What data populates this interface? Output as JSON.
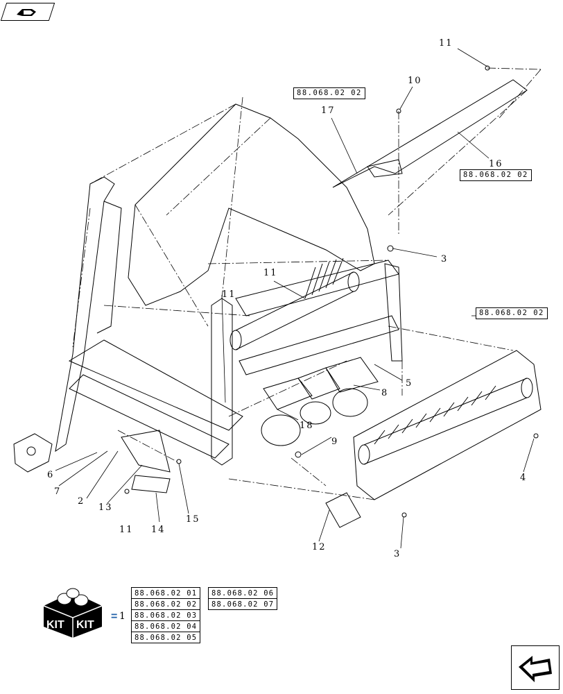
{
  "callouts": {
    "c1": "11",
    "c2": "10",
    "c3": "17",
    "c4": "16",
    "c5": "3",
    "c6": "11",
    "c7": "11",
    "c8": "5",
    "c9": "8",
    "c10": "18",
    "c11": "9",
    "c12": "4",
    "c13": "6",
    "c14": "7",
    "c15": "2",
    "c16": "13",
    "c17": "11",
    "c18": "14",
    "c19": "15",
    "c20": "12",
    "c21": "3"
  },
  "refs": {
    "top": "88.068.02 02",
    "right_upper": "88.068.02 02",
    "right_mid": "88.068.02 02"
  },
  "kit": {
    "label_left": "KIT",
    "label_right": "KIT",
    "equals": "=",
    "quantity": "1",
    "list_a": [
      "88.068.02 01",
      "88.068.02 02",
      "88.068.02 03",
      "88.068.02 04",
      "88.068.02 05"
    ],
    "list_b": [
      "88.068.02 06",
      "88.068.02 07"
    ]
  },
  "icons": {
    "top_left": "book-page-icon",
    "bottom_right": "next-page-arrow-icon"
  },
  "colors": {
    "line": "#000000",
    "background": "#ffffff",
    "kit_equals": "#1f5fa8"
  }
}
